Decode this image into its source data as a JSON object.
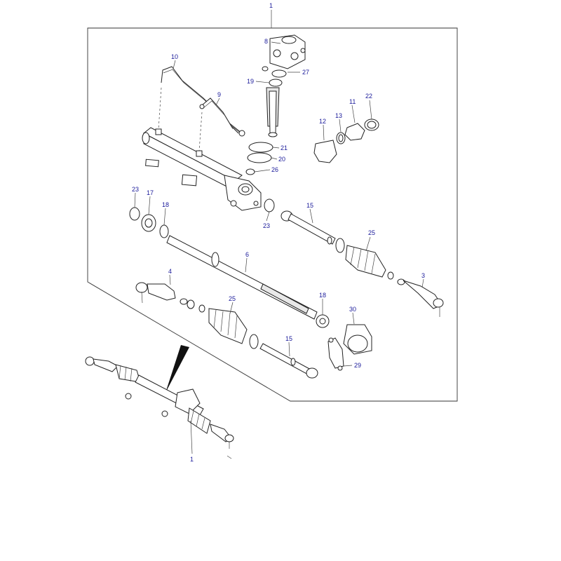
{
  "callouts": [
    {
      "id": "c1-top",
      "text": "1"
    },
    {
      "id": "c8",
      "text": "8"
    },
    {
      "id": "c27",
      "text": "27"
    },
    {
      "id": "c19",
      "text": "19"
    },
    {
      "id": "c10",
      "text": "10"
    },
    {
      "id": "c9",
      "text": "9"
    },
    {
      "id": "c11",
      "text": "11"
    },
    {
      "id": "c22",
      "text": "22"
    },
    {
      "id": "c12",
      "text": "12"
    },
    {
      "id": "c13",
      "text": "13"
    },
    {
      "id": "c21",
      "text": "21"
    },
    {
      "id": "c20",
      "text": "20"
    },
    {
      "id": "c26",
      "text": "26"
    },
    {
      "id": "c23a",
      "text": "23"
    },
    {
      "id": "c17",
      "text": "17"
    },
    {
      "id": "c18a",
      "text": "18"
    },
    {
      "id": "c23b",
      "text": "23"
    },
    {
      "id": "c15a",
      "text": "15"
    },
    {
      "id": "c25a",
      "text": "25"
    },
    {
      "id": "c6",
      "text": "6"
    },
    {
      "id": "c4",
      "text": "4"
    },
    {
      "id": "c3",
      "text": "3"
    },
    {
      "id": "c18b",
      "text": "18"
    },
    {
      "id": "c25b",
      "text": "25"
    },
    {
      "id": "c30",
      "text": "30"
    },
    {
      "id": "c15b",
      "text": "15"
    },
    {
      "id": "c29",
      "text": "29"
    },
    {
      "id": "c1-bottom",
      "text": "1"
    }
  ]
}
